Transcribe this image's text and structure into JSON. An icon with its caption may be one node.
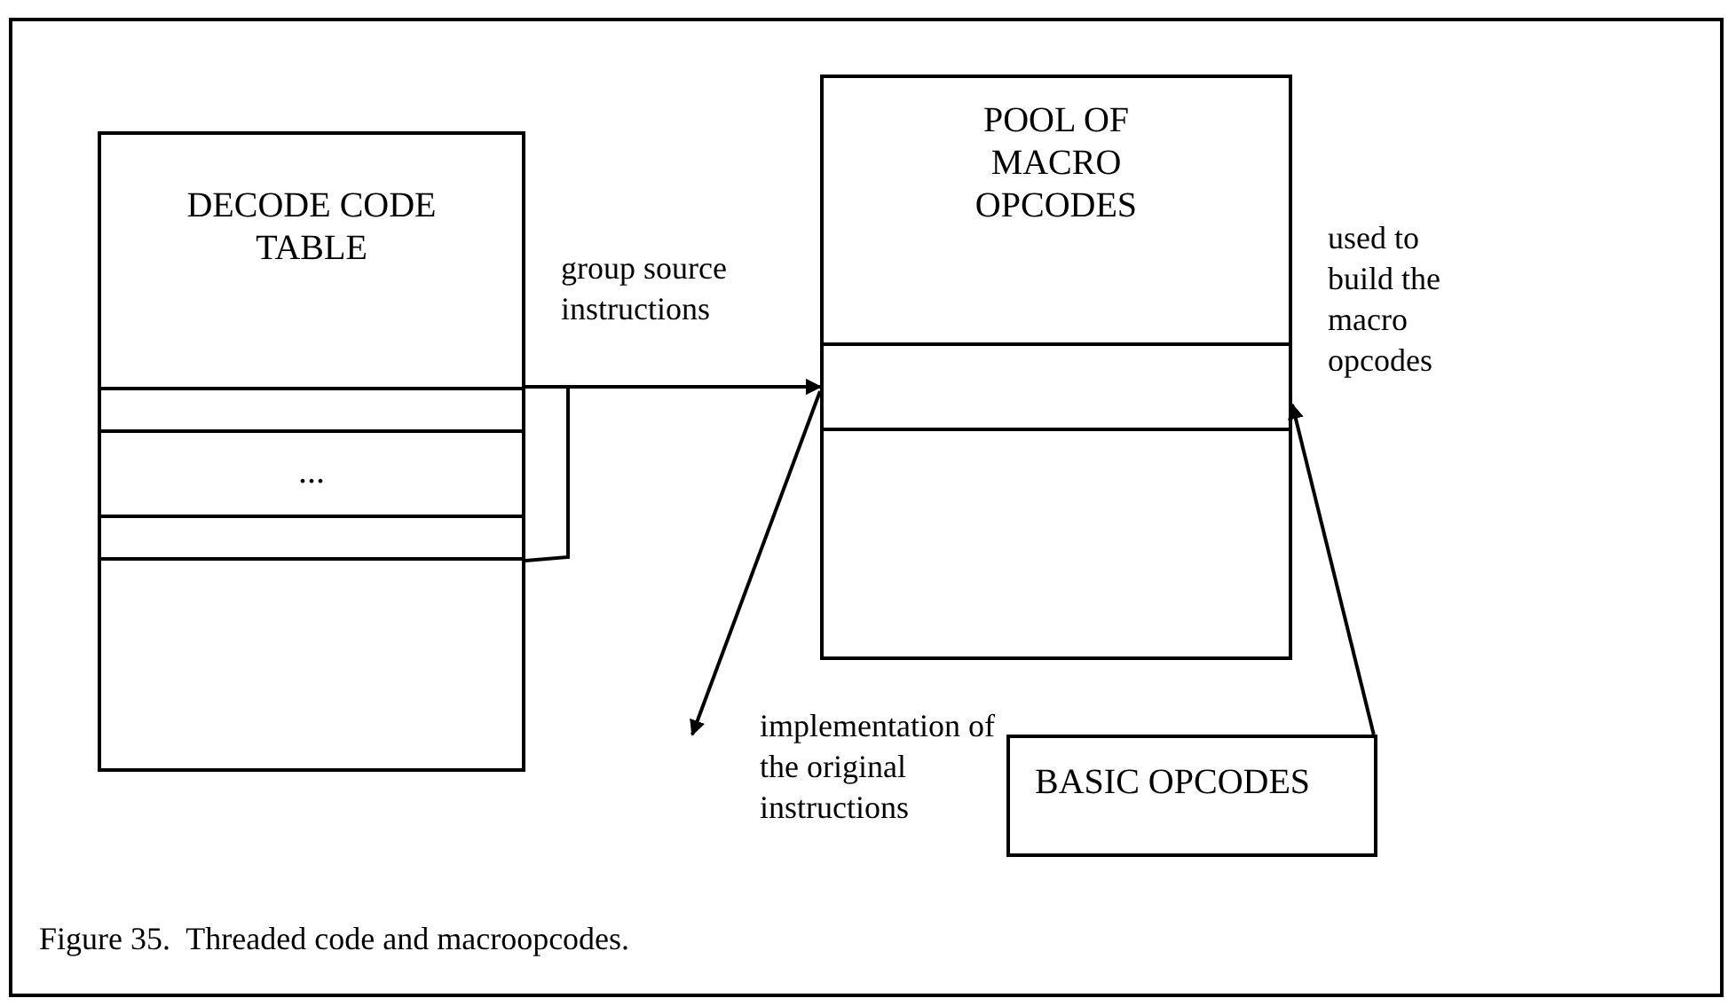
{
  "diagram": {
    "caption": "Figure 35.  Threaded code and macroopcodes.",
    "nodes": [
      {
        "text": [
          "DECODE CODE TABLE"
        ]
      },
      {
        "text": [],
        "shape": "box",
        "in": 0
      },
      {
        "text": [
          "..."
        ],
        "in": 0
      },
      {
        "text": [],
        "shape": "box",
        "in": 0
      },
      {
        "text": [
          "POOL OF MACRO OPCODES"
        ]
      },
      {
        "text": [],
        "shape": "box",
        "in": 4
      },
      {
        "text": [
          "BASIC OPCODES"
        ]
      }
    ],
    "edges": [
      {
        "from": 1,
        "to": 5,
        "arrow": "to",
        "label": "group source instructions"
      },
      {
        "from": 3,
        "to": 5,
        "arrow": "to"
      },
      {
        "from": 5,
        "to": null,
        "arrow": "to",
        "label": "implementation of the original instructions"
      },
      {
        "from": 6,
        "to": 5,
        "arrow": "to",
        "label": "used to build the macro opcodes"
      }
    ]
  }
}
